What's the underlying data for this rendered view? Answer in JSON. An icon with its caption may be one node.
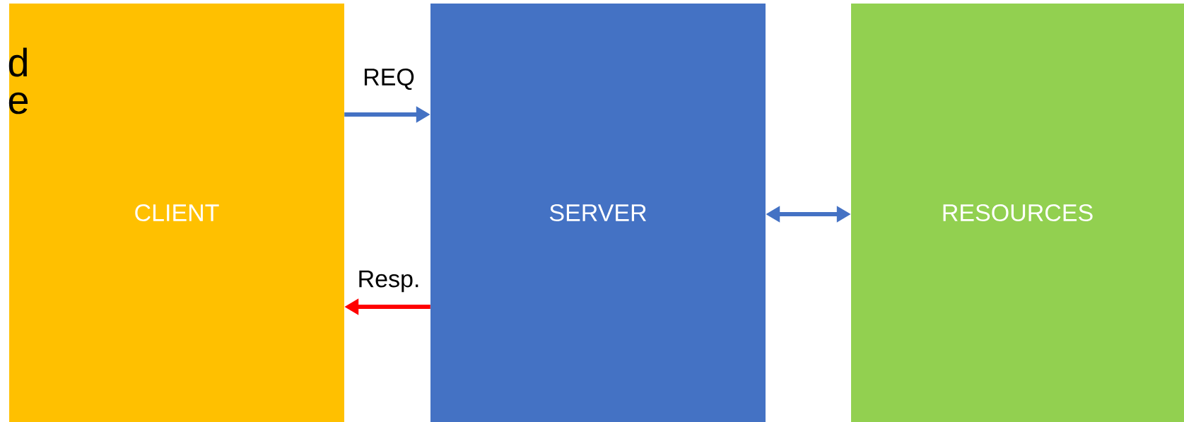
{
  "diagram": {
    "nodes": [
      {
        "text": [
          "CLIENT"
        ]
      },
      {
        "text": [
          "SERVER"
        ]
      },
      {
        "text": [
          "RESOURCES"
        ]
      }
    ],
    "edges": [
      {
        "from": 0,
        "to": 1,
        "arrow": "to",
        "label": "REQ"
      },
      {
        "from": 1,
        "to": 0,
        "arrow": "to",
        "label": "Resp.",
        "color": "#ff0000"
      },
      {
        "from": 1,
        "to": 2,
        "arrow": "both"
      }
    ],
    "labels": [
      "d",
      "e"
    ]
  }
}
